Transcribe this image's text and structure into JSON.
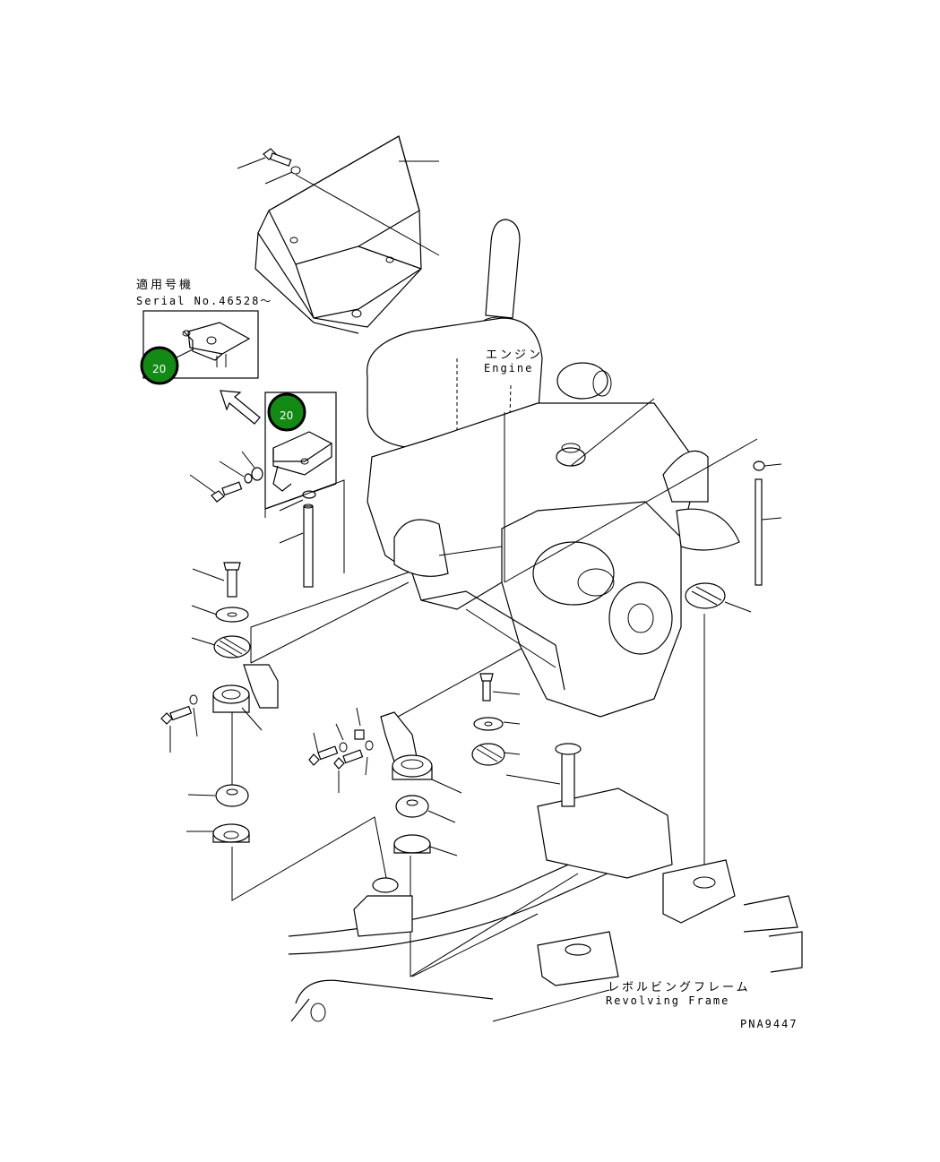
{
  "serial_note": {
    "jp": "適用号機",
    "en": "Serial No.46528～"
  },
  "labels": {
    "engine_jp": "エンジン",
    "engine_en": "Engine",
    "frame_jp": "レボルビングフレーム",
    "frame_en": "Revolving Frame",
    "drawing_id": "PNA9447"
  },
  "badges": [
    {
      "text": "20",
      "color": "#138a13"
    },
    {
      "text": "20",
      "color": "#138a13"
    }
  ]
}
